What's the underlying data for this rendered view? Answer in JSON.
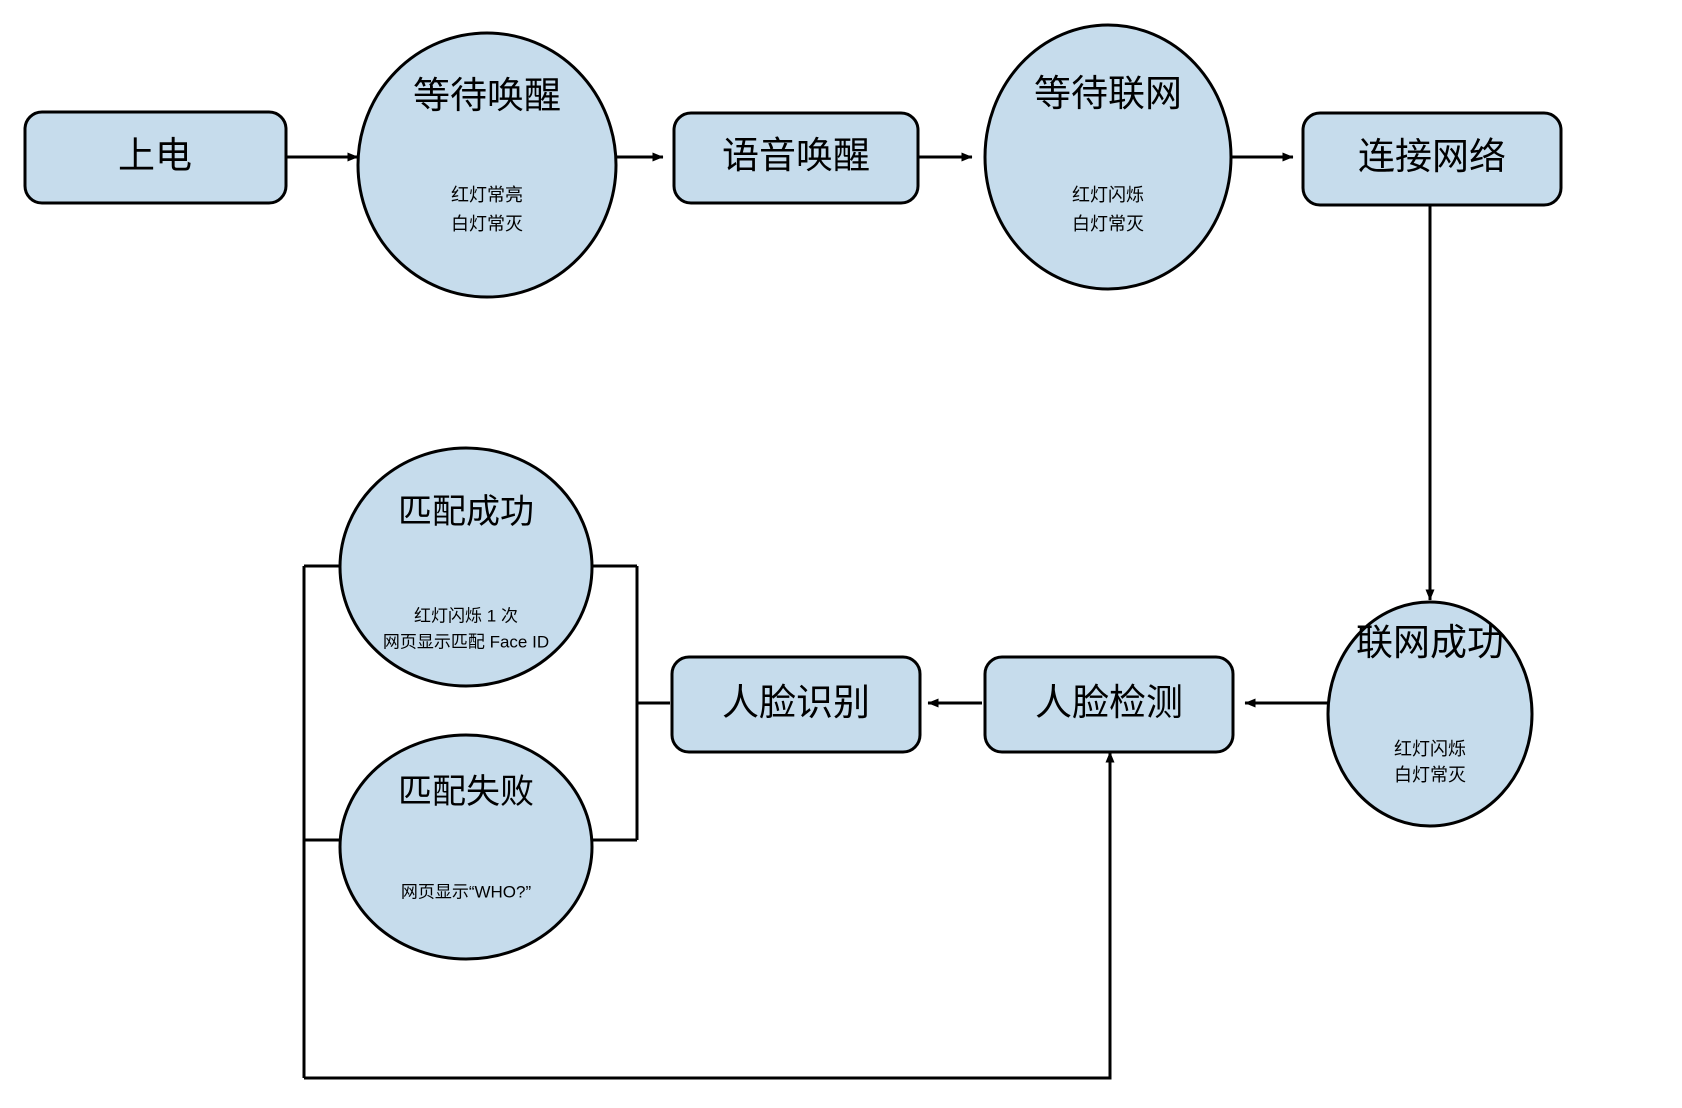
{
  "diagram": {
    "title": "Device state flow",
    "colors": {
      "node_fill": "#c6dcec",
      "node_stroke": "#000000",
      "connector": "#000000",
      "background": "#ffffff"
    },
    "nodes": [
      {
        "id": "power-on",
        "shape": "rounded-rect",
        "label": "上电",
        "sub": []
      },
      {
        "id": "await-wake",
        "shape": "ellipse",
        "label": "等待唤醒",
        "sub": [
          "红灯常亮",
          "白灯常灭"
        ]
      },
      {
        "id": "voice-wake",
        "shape": "rounded-rect",
        "label": "语音唤醒",
        "sub": []
      },
      {
        "id": "await-network",
        "shape": "ellipse",
        "label": "等待联网",
        "sub": [
          "红灯闪烁",
          "白灯常灭"
        ]
      },
      {
        "id": "connect-network",
        "shape": "rounded-rect",
        "label": "连接网络",
        "sub": []
      },
      {
        "id": "network-success",
        "shape": "ellipse",
        "label": "联网成功",
        "sub": [
          "红灯闪烁",
          "白灯常灭"
        ]
      },
      {
        "id": "face-detect",
        "shape": "rounded-rect",
        "label": "人脸检测",
        "sub": []
      },
      {
        "id": "face-recognize",
        "shape": "rounded-rect",
        "label": "人脸识别",
        "sub": []
      },
      {
        "id": "match-success",
        "shape": "ellipse",
        "label": "匹配成功",
        "sub": [
          "红灯闪烁 1 次",
          "网页显示匹配 Face ID"
        ]
      },
      {
        "id": "match-fail",
        "shape": "ellipse",
        "label": "匹配失败",
        "sub": [
          "网页显示“WHO?”"
        ]
      }
    ],
    "edges": [
      {
        "id": "e1",
        "from": "power-on",
        "to": "await-wake",
        "arrow": true
      },
      {
        "id": "e2",
        "from": "await-wake",
        "to": "voice-wake",
        "arrow": true
      },
      {
        "id": "e3",
        "from": "voice-wake",
        "to": "await-network",
        "arrow": true
      },
      {
        "id": "e4",
        "from": "await-network",
        "to": "connect-network",
        "arrow": true
      },
      {
        "id": "e5",
        "from": "connect-network",
        "to": "network-success",
        "arrow": true
      },
      {
        "id": "e6",
        "from": "network-success",
        "to": "face-detect",
        "arrow": true
      },
      {
        "id": "e7",
        "from": "face-detect",
        "to": "face-recognize",
        "arrow": true
      },
      {
        "id": "e8",
        "from": "face-recognize",
        "to": "match-success",
        "arrow": false
      },
      {
        "id": "e9",
        "from": "face-recognize",
        "to": "match-fail",
        "arrow": false
      },
      {
        "id": "e10",
        "from": "match-fail",
        "to": "face-detect",
        "arrow": true
      }
    ]
  }
}
